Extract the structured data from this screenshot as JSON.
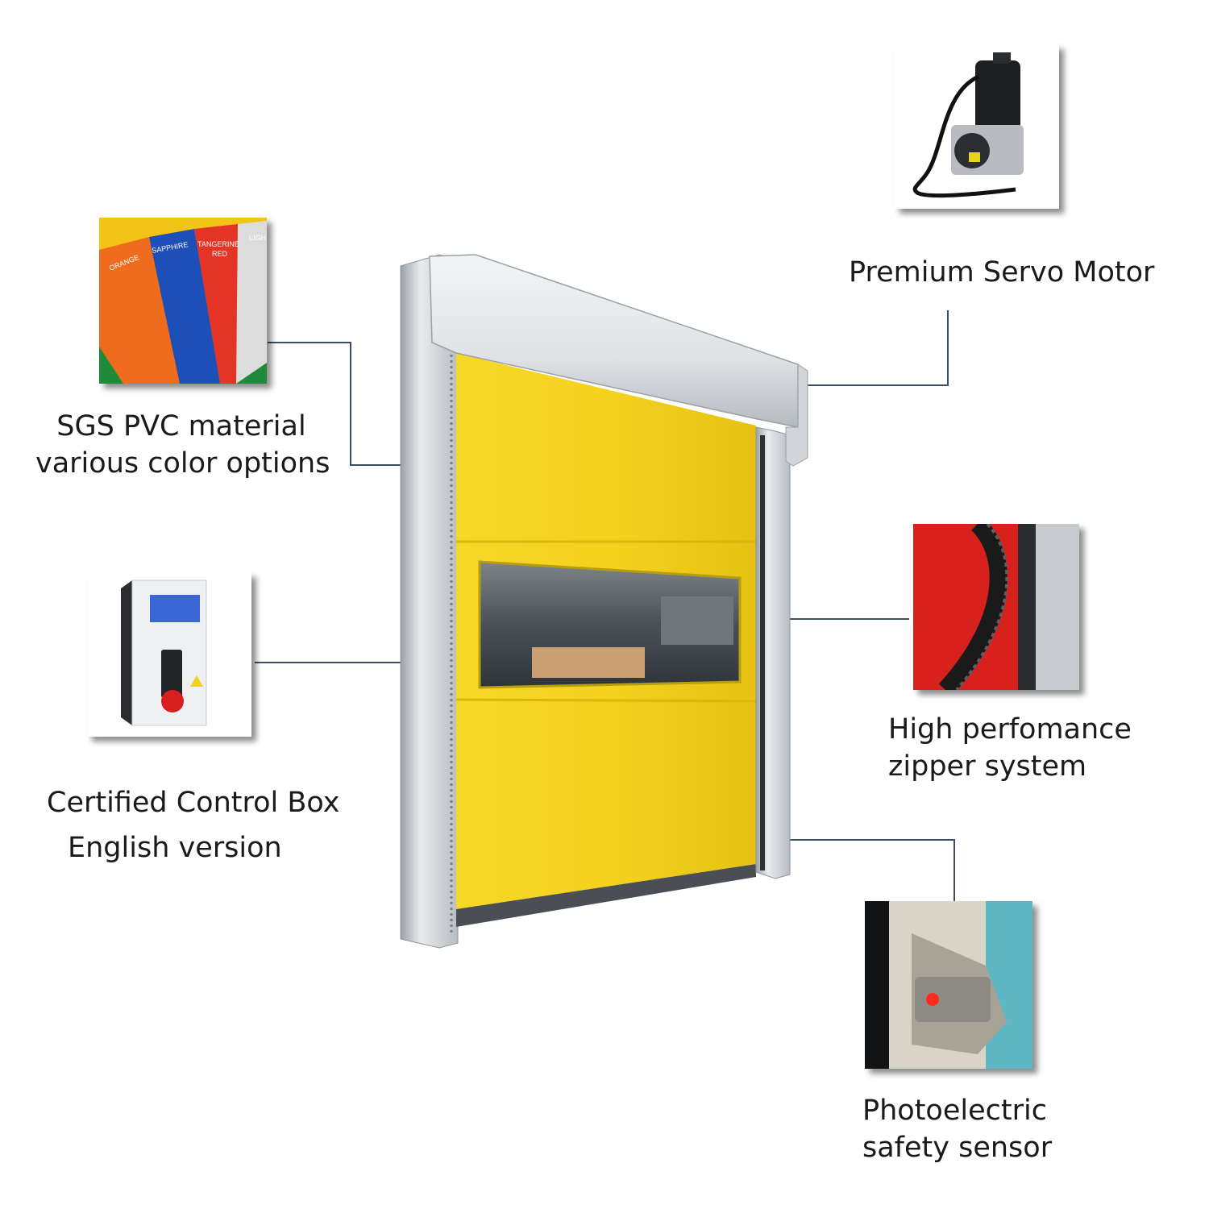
{
  "callouts": {
    "pvc": {
      "line1": "SGS PVC material",
      "line2": "various color options",
      "swatch_texts": [
        "ORANGE",
        "SAPPHIRE",
        "TANGERINE",
        "RED",
        "LIGH"
      ]
    },
    "control_box": {
      "line1": "Certified Control Box",
      "line2": "English version"
    },
    "motor": {
      "line1": "Premium Servo Motor"
    },
    "zipper": {
      "line1": "High perfomance",
      "line2": "zipper system"
    },
    "sensor": {
      "line1": "Photoelectric",
      "line2": "safety sensor"
    }
  },
  "colors": {
    "curtain": "#f4d21e",
    "frame": "#d9dcdf",
    "leader_line": "#3c4e63",
    "swatch_green": "#1e8a3a",
    "swatch_orange": "#ef6c1f",
    "swatch_sapphire": "#1d4fb8",
    "swatch_red": "#e33426",
    "swatch_light": "#dcdcdc",
    "control_screen": "#3a66d6",
    "estop": "#d81e1e",
    "zipper_red": "#d8211c"
  }
}
